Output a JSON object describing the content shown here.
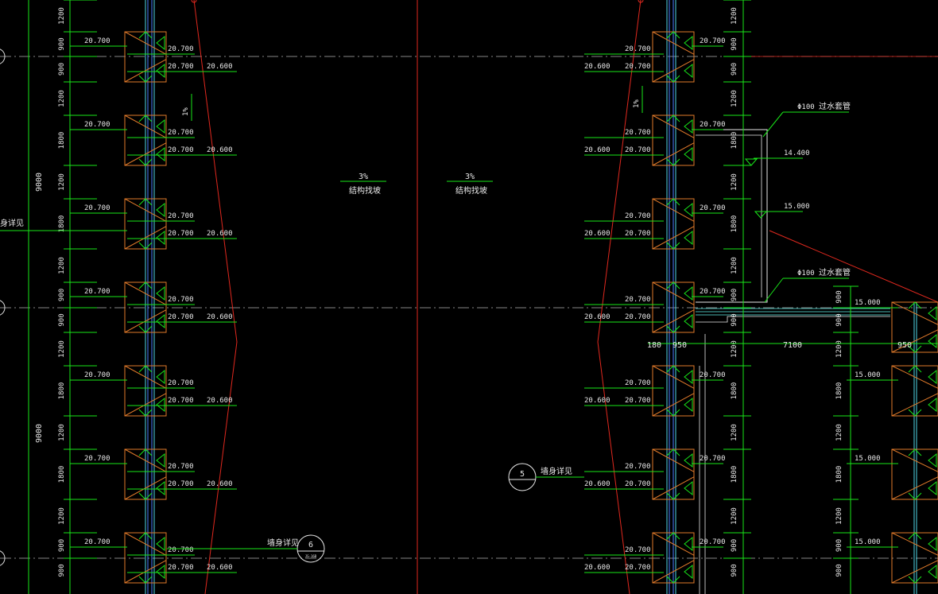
{
  "colors": {
    "background": "#000000",
    "grid_axis": "#e0e0e0",
    "dim": "#19e619",
    "wall_cyan": "#4fd6e6",
    "wall_blue": "#4a7cff",
    "column_orange": "#e07a2a",
    "slope_red": "#e0281e",
    "annotation": "#e8e8e8",
    "cyan_label": "#5ff0e8"
  },
  "dimensions_left": [
    "1200",
    "900",
    "900",
    "1200",
    "1800",
    "1200",
    "1800",
    "1200",
    "900",
    "900",
    "1200",
    "1800",
    "1200",
    "1800",
    "1200",
    "900",
    "900"
  ],
  "overall_left": [
    "9000",
    "9000"
  ],
  "elevations_columns": {
    "top": "20.700",
    "side": "20.600"
  },
  "slope_labels": [
    {
      "percent": "3%",
      "text": "结构找坡"
    },
    {
      "percent": "3%",
      "text": "结构找坡"
    }
  ],
  "one_percent": "1%",
  "pipe_labels": [
    {
      "dia": "Φ100",
      "text": "过水套管"
    },
    {
      "dia": "Φ100",
      "text": "过水套管"
    }
  ],
  "wall_elev": [
    "14.400",
    "15.000"
  ],
  "right_elev": "15.000",
  "span_dims": [
    "180",
    "950",
    "7100",
    "950"
  ],
  "detail_refs": [
    {
      "num": "5",
      "sub": "",
      "text": "墙身详见"
    },
    {
      "num": "6",
      "sub": "JS-16B",
      "text": "墙身详见"
    }
  ],
  "left_edge_label": "身详见",
  "right_dims_mid": [
    "1800",
    "1200",
    "1800",
    "1200",
    "900",
    "900",
    "1200",
    "1800",
    "1200",
    "1800",
    "1200",
    "900",
    "900"
  ],
  "far_right_dims": [
    "900",
    "900",
    "1200",
    "1800",
    "1200",
    "1800",
    "1200",
    "900",
    "900"
  ]
}
